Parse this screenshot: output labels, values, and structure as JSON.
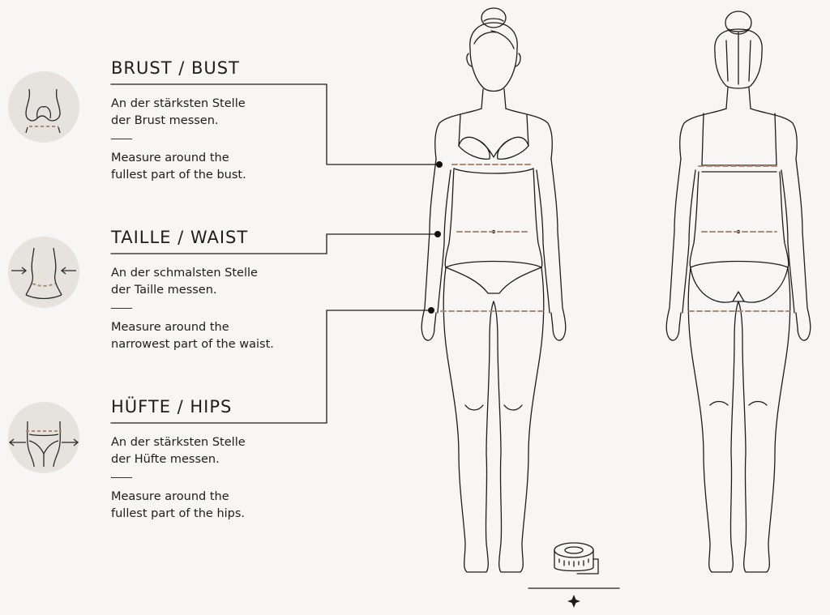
{
  "sections": [
    {
      "heading": "BRUST / BUST",
      "de_line1": "An der stärksten Stelle",
      "de_line2": "der Brust messen.",
      "en_line1": "Measure around the",
      "en_line2": "fullest part of the bust.",
      "icon": "bust-icon"
    },
    {
      "heading": "TAILLE / WAIST",
      "de_line1": "An der schmalsten Stelle",
      "de_line2": "der Taille messen.",
      "en_line1": "Measure around the",
      "en_line2": "narrowest part of the waist.",
      "icon": "waist-icon"
    },
    {
      "heading": "HÜFTE / HIPS",
      "de_line1": "An der stärksten Stelle",
      "de_line2": "der Hüfte messen.",
      "en_line1": "Measure around the",
      "en_line2": "fullest part of the hips.",
      "icon": "hips-icon"
    }
  ],
  "colors": {
    "background": "#f7f6f4",
    "line": "#1d1d1d",
    "measure_dash": "#b08a72",
    "icon_circle": "#e6e2dd"
  },
  "figures": [
    "front-view-figure",
    "back-view-figure"
  ],
  "decor": [
    "tape-measure-icon",
    "sparkle-icon"
  ]
}
